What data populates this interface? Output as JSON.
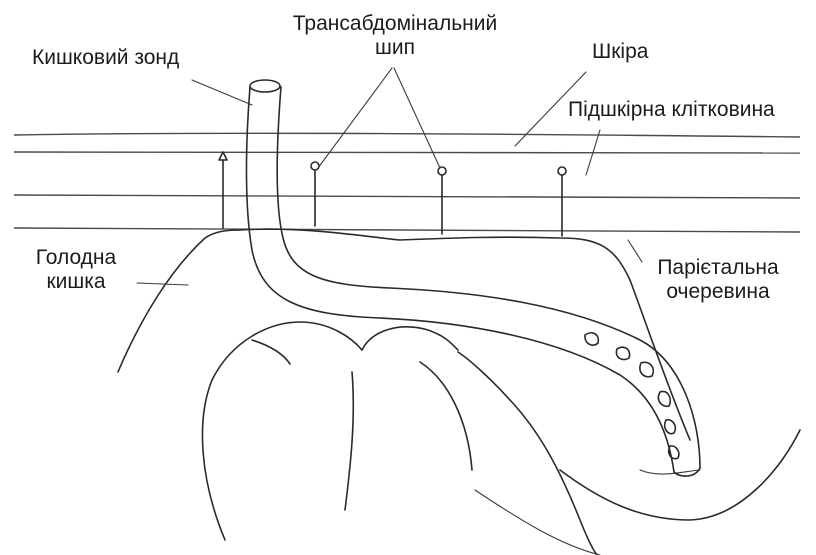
{
  "labels": {
    "enteral_probe": "Кишковий зонд",
    "transabdominal_spike_line1": "Трансабдомінальний",
    "transabdominal_spike_line2": "шип",
    "skin": "Шкіра",
    "subcutaneous_tissue": "Підшкірна клітковина",
    "jejunum_line1": "Голодна",
    "jejunum_line2": "кишка",
    "parietal_peritoneum_line1": "Парієтальна",
    "parietal_peritoneum_line2": "очеревина"
  },
  "colors": {
    "line": "#2a2a2a",
    "text": "#1c1c1c",
    "background": "#ffffff"
  }
}
